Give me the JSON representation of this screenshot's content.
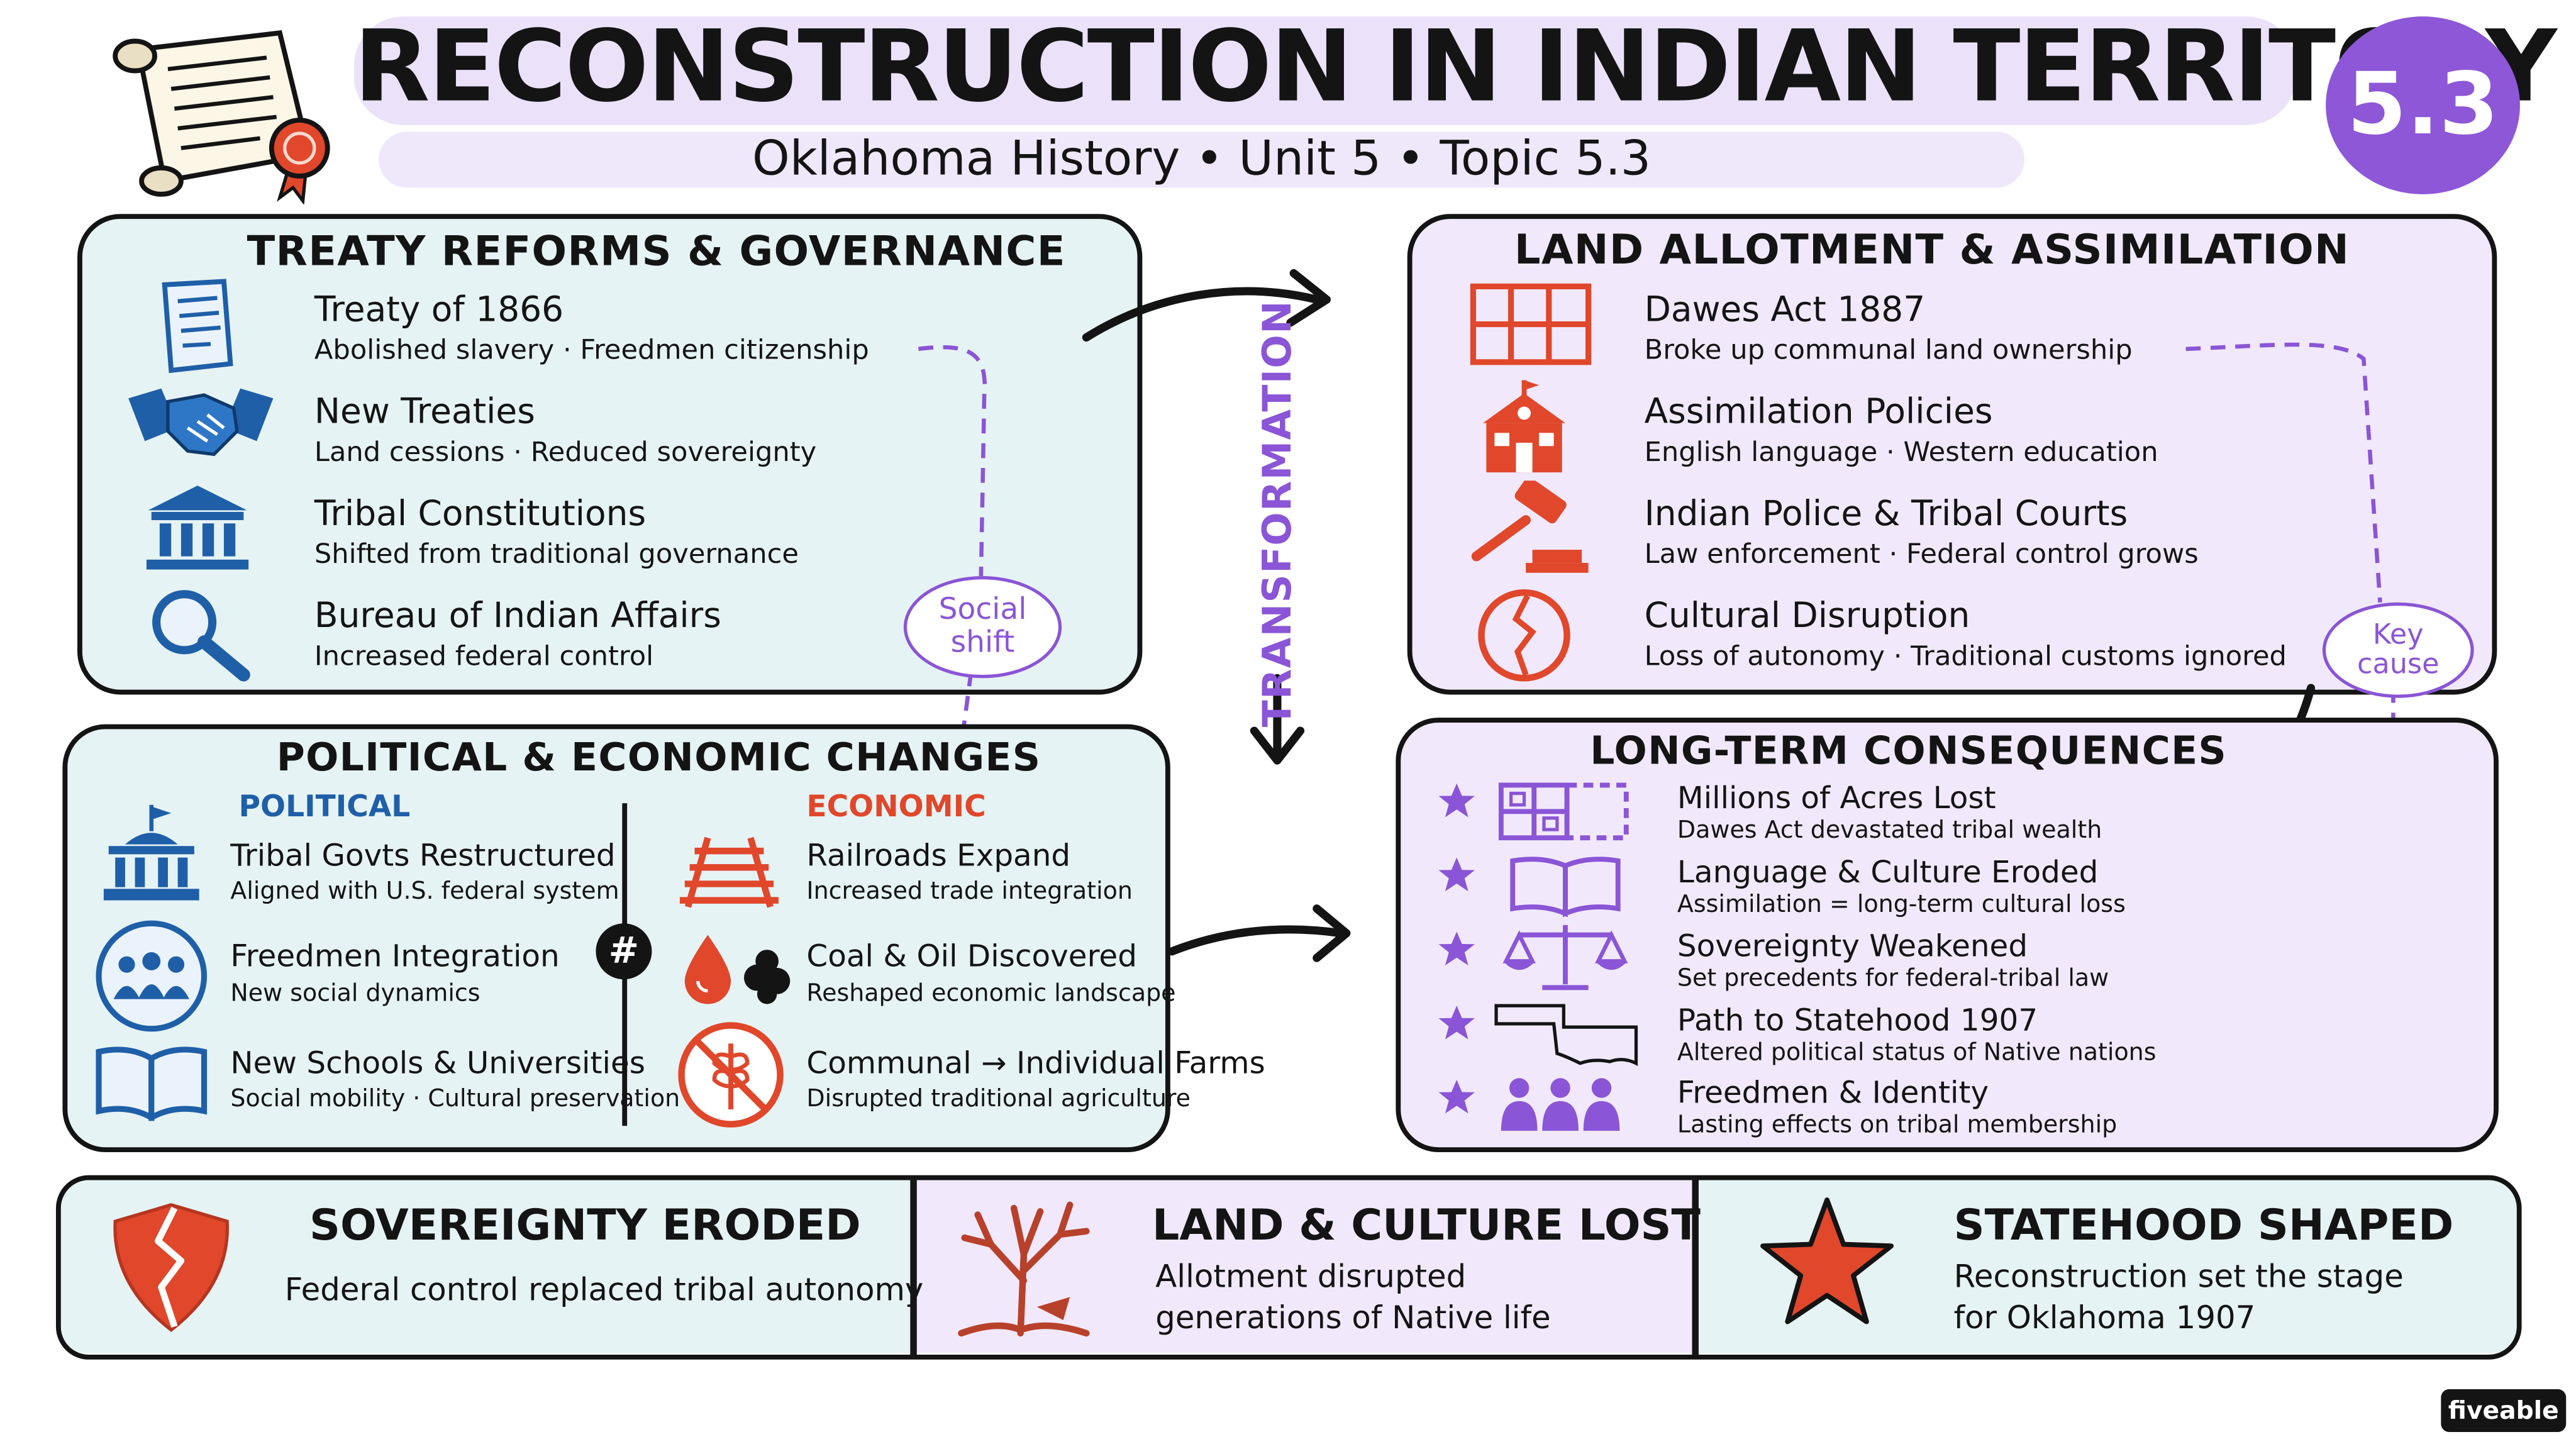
{
  "header": {
    "title": "RECONSTRUCTION IN INDIAN TERRITORY",
    "subtitle": "Oklahoma History • Unit 5 • Topic 5.3",
    "badge": "5.3"
  },
  "treaty": {
    "title": "TREATY REFORMS & GOVERNANCE",
    "items": [
      {
        "heading": "Treaty of 1866",
        "detail": "Abolished slavery · Freedmen citizenship"
      },
      {
        "heading": "New Treaties",
        "detail": "Land cessions · Reduced sovereignty"
      },
      {
        "heading": "Tribal Constitutions",
        "detail": "Shifted from traditional governance"
      },
      {
        "heading": "Bureau of Indian Affairs",
        "detail": "Increased federal control"
      }
    ],
    "tag": [
      "Social",
      "shift"
    ]
  },
  "land": {
    "title": "LAND ALLOTMENT & ASSIMILATION",
    "items": [
      {
        "heading": "Dawes Act 1887",
        "detail": "Broke up communal land ownership"
      },
      {
        "heading": "Assimilation Policies",
        "detail": "English language · Western education"
      },
      {
        "heading": "Indian Police & Tribal Courts",
        "detail": "Law enforcement · Federal control grows"
      },
      {
        "heading": "Cultural Disruption",
        "detail": "Loss of autonomy · Traditional customs ignored"
      }
    ],
    "tag": [
      "Key",
      "cause"
    ]
  },
  "center_label": "TRANSFORMATION",
  "political": {
    "title": "POLITICAL & ECONOMIC CHANGES",
    "political_label": "POLITICAL",
    "economic_label": "ECONOMIC",
    "political_items": [
      {
        "heading": "Tribal Govts Restructured",
        "detail": "Aligned with U.S. federal system"
      },
      {
        "heading": "Freedmen Integration",
        "detail": "New social dynamics"
      },
      {
        "heading": "New Schools & Universities",
        "detail": "Social mobility · Cultural preservation"
      }
    ],
    "economic_items": [
      {
        "heading": "Railroads Expand",
        "detail": "Increased trade integration"
      },
      {
        "heading": "Coal & Oil Discovered",
        "detail": "Reshaped economic landscape"
      },
      {
        "heading": "Communal → Individual Farms",
        "detail": "Disrupted traditional agriculture"
      }
    ],
    "hash": "#"
  },
  "consequences": {
    "title": "LONG-TERM CONSEQUENCES",
    "items": [
      {
        "heading": "Millions of Acres Lost",
        "detail": "Dawes Act devastated tribal wealth"
      },
      {
        "heading": "Language & Culture Eroded",
        "detail": "Assimilation = long-term cultural loss"
      },
      {
        "heading": "Sovereignty Weakened",
        "detail": "Set precedents for federal-tribal law"
      },
      {
        "heading": "Path to Statehood 1907",
        "detail": "Altered political status of Native nations"
      },
      {
        "heading": "Freedmen & Identity",
        "detail": "Lasting effects on tribal membership"
      }
    ]
  },
  "bottom": [
    {
      "title": "SOVEREIGNTY ERODED",
      "text": "Federal control replaced tribal autonomy"
    },
    {
      "title": "LAND & CULTURE LOST",
      "text": "Allotment disrupted generations of Native life"
    },
    {
      "title": "STATEHOOD SHAPED",
      "text": "Reconstruction set the stage for Oklahoma 1907"
    }
  ],
  "brand": "fiveable",
  "colors": {
    "blue": "#1f5fa8",
    "red": "#e0472b",
    "purple": "#8a55d6",
    "badge": "#8d57d8"
  }
}
